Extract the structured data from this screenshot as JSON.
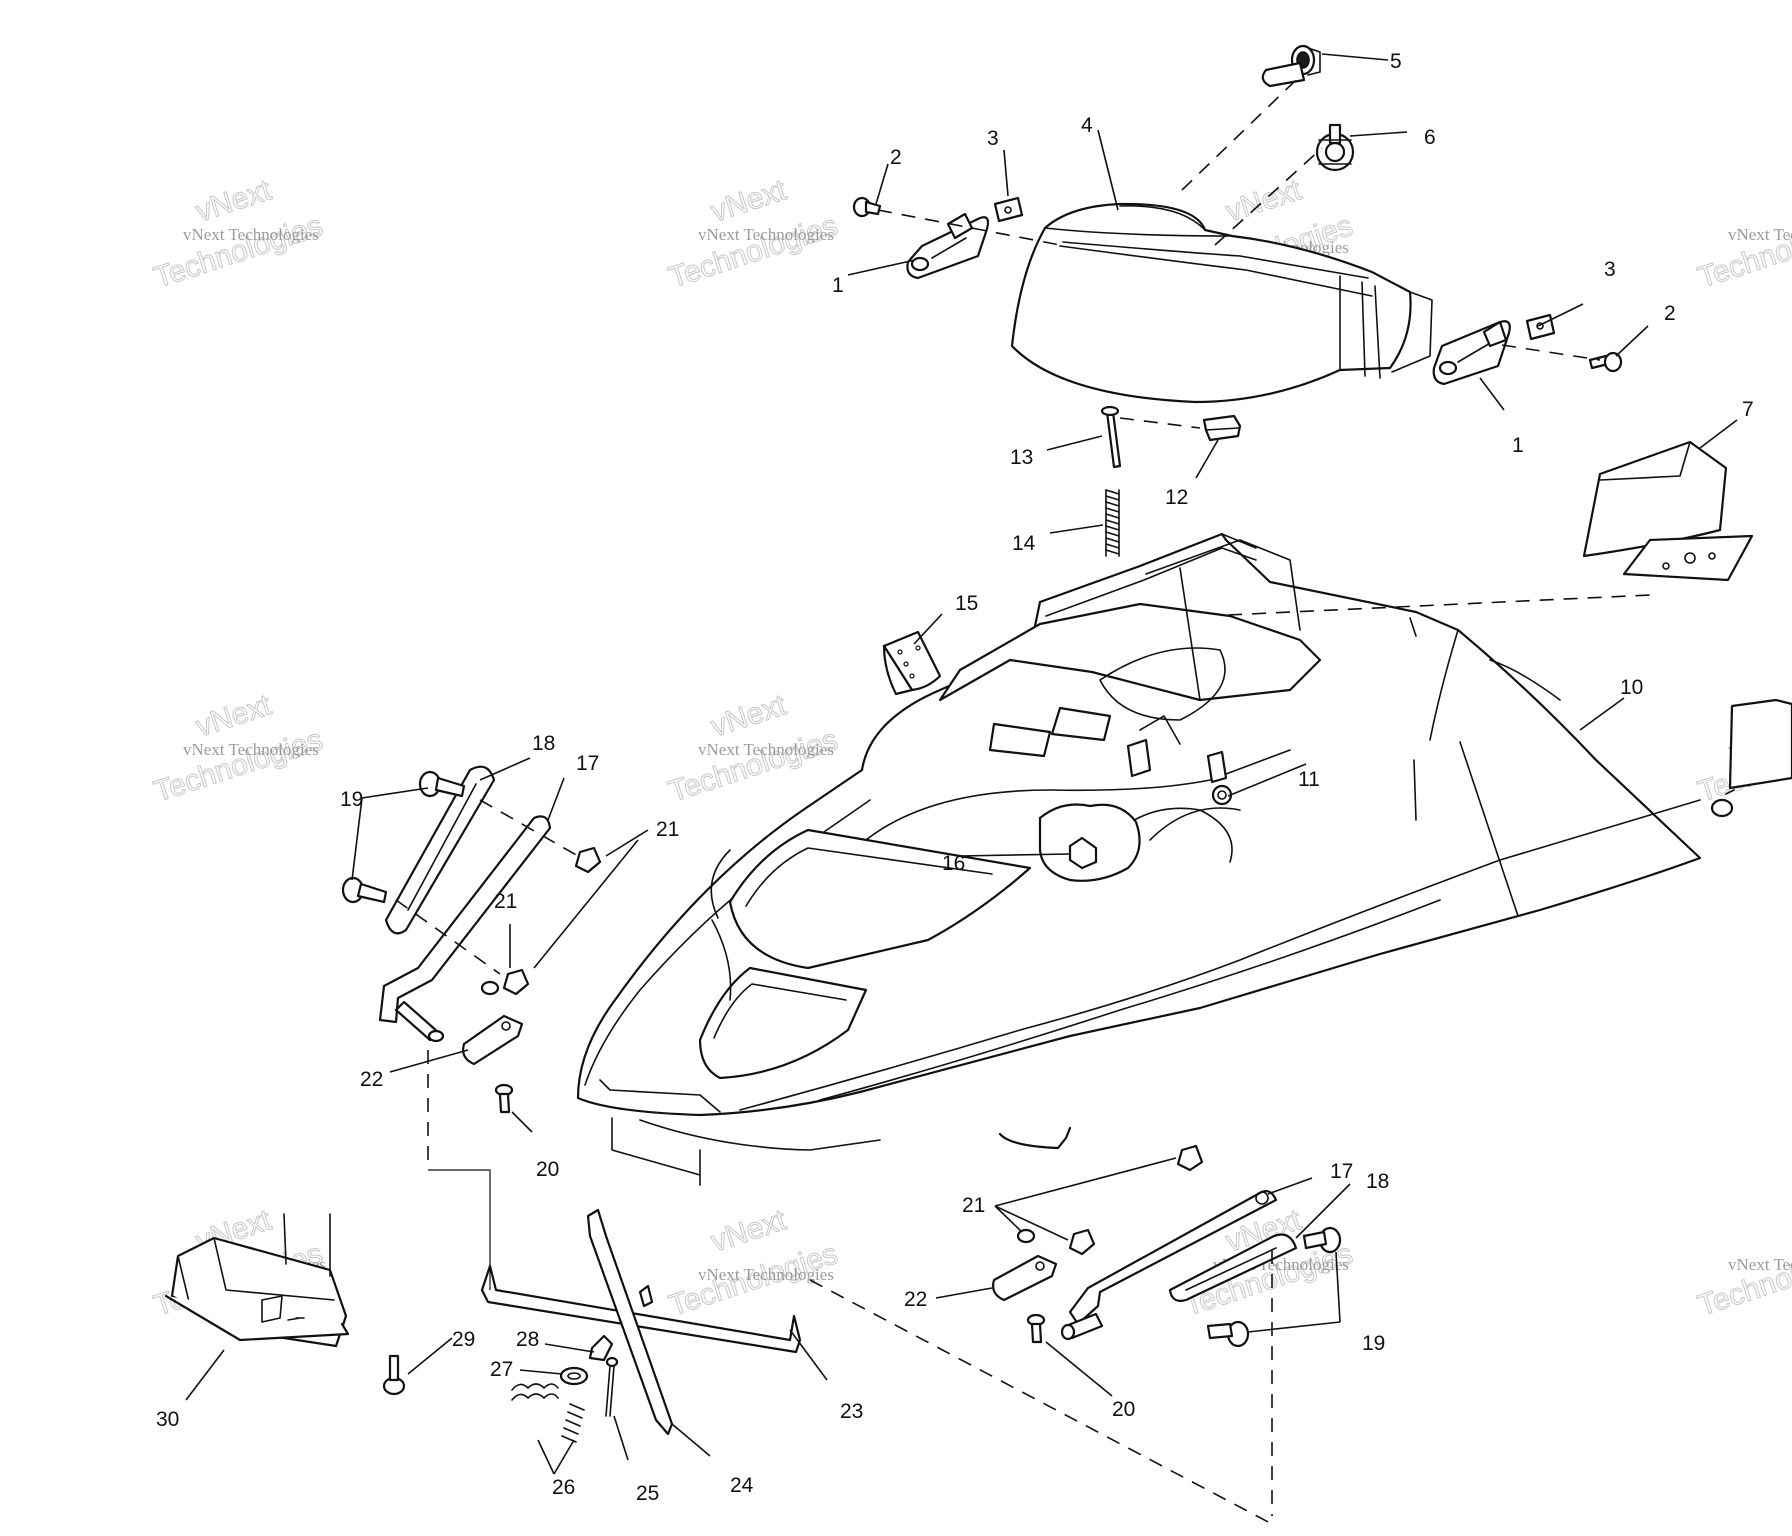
{
  "callouts": {
    "c1": "1",
    "c2": "2",
    "c3": "3",
    "c4": "4",
    "c5": "5",
    "c6": "6",
    "c7": "7",
    "c10": "10",
    "c11": "11",
    "c12": "12",
    "c13": "13",
    "c14": "14",
    "c15": "15",
    "c16": "16",
    "c17": "17",
    "c18": "18",
    "c19": "19",
    "c20": "20",
    "c21": "21",
    "c22": "22",
    "c23": "23",
    "c24": "24",
    "c25": "25",
    "c26": "26",
    "c27": "27",
    "c28": "28",
    "c29": "29",
    "c30": "30"
  },
  "watermark": {
    "brand": "vNext",
    "line1": "vNext Technologies",
    "line2": "Technologies"
  }
}
